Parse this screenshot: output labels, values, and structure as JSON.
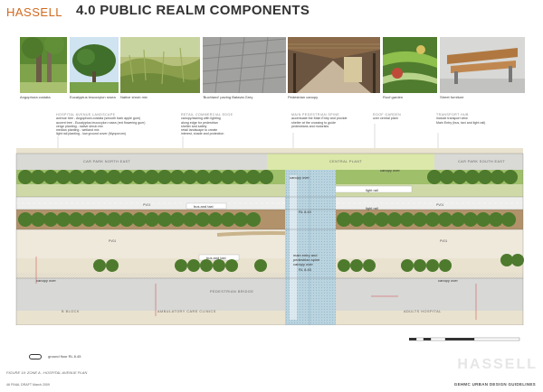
{
  "header": {
    "brand": "HASSELL",
    "title": "4.0  PUBLIC REALM COMPONENTS"
  },
  "photos": [
    {
      "caption": "Angophora costata"
    },
    {
      "caption": "Eucalyptus leucoxylon rosea"
    },
    {
      "caption": "Native shrub mix"
    },
    {
      "caption": "'Buchland' paving Batavia Grey"
    },
    {
      "caption": "Pedestrian canopy"
    },
    {
      "caption": "Roof garden"
    },
    {
      "caption": "Street furniture"
    }
  ],
  "notes": [
    {
      "heading": "HOSPITAL AVENUE LANDSCAPE",
      "lines": [
        "avenue tree - Angophora costata (smooth bark apple gum)",
        "accent tree - Eucalyptus leucoxylon rosea (red flowering gum)",
        "verge planting - native shrub mix",
        "median planting - wetland mix",
        "light rail planting - low ground cover (Myoporum)"
      ]
    },
    {
      "heading": "RETAIL COMMERCIAL EDGE",
      "lines": [
        "canopy/awning with lighting",
        "along edge for pedestrian",
        "shelter and safety",
        "retail landscape to create",
        "interest, shade and protection"
      ]
    },
    {
      "heading": "MAIN PEDESTRIAN SPINE",
      "lines": [
        "accentuate the Main Entry and provide",
        "shelter at the crossing to guide",
        "pedestrians and motorists"
      ]
    },
    {
      "heading": "ROOF GARDEN",
      "lines": [
        "over central plant"
      ]
    },
    {
      "heading": "TRANSPORT HUB",
      "lines": [
        "include transport view",
        "Main Entry (bus, taxi and light rail)"
      ]
    }
  ],
  "plan_labels": {
    "car_park_ne": "CAR PARK NORTH EAST",
    "central_plant": "CENTRAL PLANT",
    "car_park_se": "CAR PARK SOUTH EAST",
    "canopy_over_1": "canopy over",
    "canopy_over_2": "canopy over",
    "canopy_over_3": "canopy over",
    "canopy_over_4": "canopy over",
    "light_rail_1": "light rail",
    "light_rail_2": "light rail",
    "bus_taxi_1": "bus and taxi",
    "bus_taxi_2": "bus and taxi",
    "rl_1": "RL 8.40",
    "rl_2": "RL 8.45",
    "pvb_1": "PV01",
    "pvb_2": "PV01",
    "pvb_3": "PV01",
    "pvb_4": "PV01",
    "main_entry": [
      "main entry and",
      "pedestrian spine",
      "canopy over"
    ],
    "ped_bridge": "PEDESTRIAN BRIDGE",
    "b_block": "B BLOCK",
    "ambulatory": "AMBULATORY CARE CLINICS",
    "adults_hospital": "ADULTS HOSPITAL"
  },
  "legend": {
    "ground_floor": "ground floor RL 8.45"
  },
  "figure_caption": "FIGURE 19:  ZONE A - HOSPITAL AVENUE PLAN",
  "footer": {
    "left": "46          FINAL DRAFT March 2009",
    "right": "GEHMC URBAN DESIGN GUIDELINES",
    "watermark": "HASSELL"
  }
}
